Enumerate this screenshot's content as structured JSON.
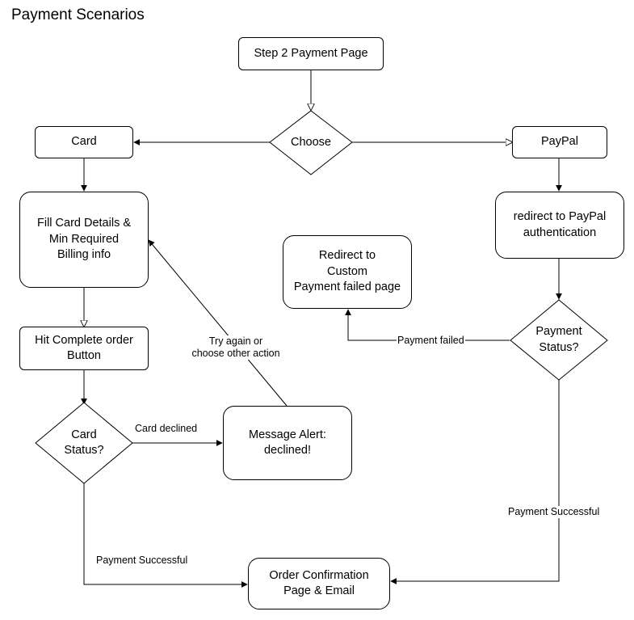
{
  "title": "Payment Scenarios",
  "nodes": {
    "step2": "Step 2 Payment Page",
    "choose": "Choose",
    "card": "Card",
    "paypal": "PayPal",
    "fill_card": "Fill Card Details &\nMin Required\nBilling info",
    "redirect_paypal": "redirect to PayPal\nauthentication",
    "redirect_failed": "Redirect to\nCustom\nPayment failed page",
    "hit_complete": "Hit Complete order\nButton",
    "card_status": "Card\nStatus?",
    "payment_status": "Payment\nStatus?",
    "message_alert": "Message Alert:\ndeclined!",
    "order_confirmation": "Order Confirmation\nPage & Email"
  },
  "edge_labels": {
    "try_again": "Try again or\nchoose other action",
    "payment_failed": "Payment failed",
    "card_declined": "Card declined",
    "payment_successful_card": "Payment Successful",
    "payment_successful_paypal": "Payment Successful"
  }
}
